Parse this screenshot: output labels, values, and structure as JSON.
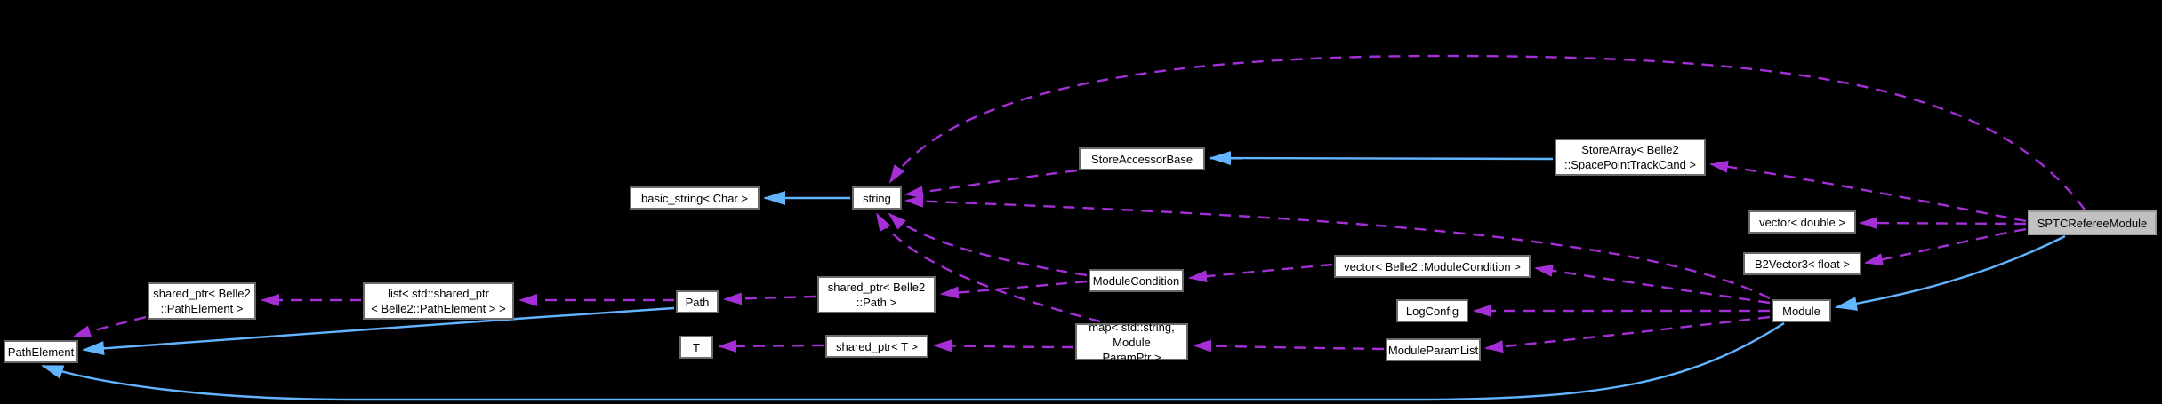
{
  "diagram": {
    "background_color": "#000000",
    "node_fill_color": "#ffffff",
    "node_border_color": "#6a6a6a",
    "highlight_fill_color": "#c1c1c1",
    "highlight_border_color": "#9b9b9b",
    "text_color": "#000000",
    "inheritance_edge_color": "#63b4ff",
    "usage_edge_color": "#a42fd6"
  },
  "nodes": [
    {
      "id": "pathelement",
      "label": "PathElement",
      "highlight": false
    },
    {
      "id": "sp_pathelement",
      "label": "shared_ptr< Belle2\n::PathElement >",
      "highlight": false
    },
    {
      "id": "list_sp_pathelement",
      "label": "list< std::shared_ptr\n< Belle2::PathElement > >",
      "highlight": false
    },
    {
      "id": "path",
      "label": "Path",
      "highlight": false
    },
    {
      "id": "t_node",
      "label": "T",
      "highlight": false
    },
    {
      "id": "basic_string",
      "label": "basic_string< Char >",
      "highlight": false
    },
    {
      "id": "string_node",
      "label": "string",
      "highlight": false
    },
    {
      "id": "sp_path",
      "label": "shared_ptr< Belle2\n::Path >",
      "highlight": false
    },
    {
      "id": "sp_t",
      "label": "shared_ptr< T >",
      "highlight": false
    },
    {
      "id": "storeaccessorbase",
      "label": "StoreAccessorBase",
      "highlight": false
    },
    {
      "id": "storearray",
      "label": "StoreArray< Belle2\n::SpacePointTrackCand >",
      "highlight": false
    },
    {
      "id": "modulecondition",
      "label": "ModuleCondition",
      "highlight": false
    },
    {
      "id": "map_param",
      "label": "map< std::string, Module\nParamPtr >",
      "highlight": false
    },
    {
      "id": "vector_mc",
      "label": "vector< Belle2::ModuleCondition >",
      "highlight": false
    },
    {
      "id": "logconfig",
      "label": "LogConfig",
      "highlight": false
    },
    {
      "id": "moduleparamlist",
      "label": "ModuleParamList",
      "highlight": false
    },
    {
      "id": "module",
      "label": "Module",
      "highlight": false
    },
    {
      "id": "vector_double",
      "label": "vector< double >",
      "highlight": false
    },
    {
      "id": "b2vector3",
      "label": "B2Vector3< float >",
      "highlight": false
    },
    {
      "id": "sptcreferee",
      "label": "SPTCRefereeModule",
      "highlight": true
    }
  ],
  "edges": [
    {
      "from": "sptcreferee",
      "to": "storearray",
      "kind": "usage"
    },
    {
      "from": "sptcreferee",
      "to": "vector_double",
      "kind": "usage"
    },
    {
      "from": "sptcreferee",
      "to": "b2vector3",
      "kind": "usage"
    },
    {
      "from": "sptcreferee",
      "to": "string_node",
      "kind": "usage"
    },
    {
      "from": "storeaccessorbase",
      "to": "string_node",
      "kind": "usage"
    },
    {
      "from": "module",
      "to": "string_node",
      "kind": "usage"
    },
    {
      "from": "module",
      "to": "vector_mc",
      "kind": "usage"
    },
    {
      "from": "module",
      "to": "logconfig",
      "kind": "usage"
    },
    {
      "from": "module",
      "to": "moduleparamlist",
      "kind": "usage"
    },
    {
      "from": "vector_mc",
      "to": "modulecondition",
      "kind": "usage"
    },
    {
      "from": "modulecondition",
      "to": "string_node",
      "kind": "usage"
    },
    {
      "from": "map_param",
      "to": "string_node",
      "kind": "usage"
    },
    {
      "from": "modulecondition",
      "to": "sp_path",
      "kind": "usage"
    },
    {
      "from": "moduleparamlist",
      "to": "map_param",
      "kind": "usage"
    },
    {
      "from": "map_param",
      "to": "sp_t",
      "kind": "usage"
    },
    {
      "from": "sp_path",
      "to": "path",
      "kind": "usage"
    },
    {
      "from": "sp_t",
      "to": "t_node",
      "kind": "usage"
    },
    {
      "from": "path",
      "to": "list_sp_pathelement",
      "kind": "usage"
    },
    {
      "from": "list_sp_pathelement",
      "to": "sp_pathelement",
      "kind": "usage"
    },
    {
      "from": "sp_pathelement",
      "to": "pathelement",
      "kind": "usage"
    },
    {
      "from": "string_node",
      "to": "basic_string",
      "kind": "inheritance"
    },
    {
      "from": "storearray",
      "to": "storeaccessorbase",
      "kind": "inheritance"
    },
    {
      "from": "sptcreferee",
      "to": "module",
      "kind": "inheritance"
    },
    {
      "from": "path",
      "to": "pathelement",
      "kind": "inheritance"
    },
    {
      "from": "module",
      "to": "pathelement",
      "kind": "inheritance"
    }
  ]
}
